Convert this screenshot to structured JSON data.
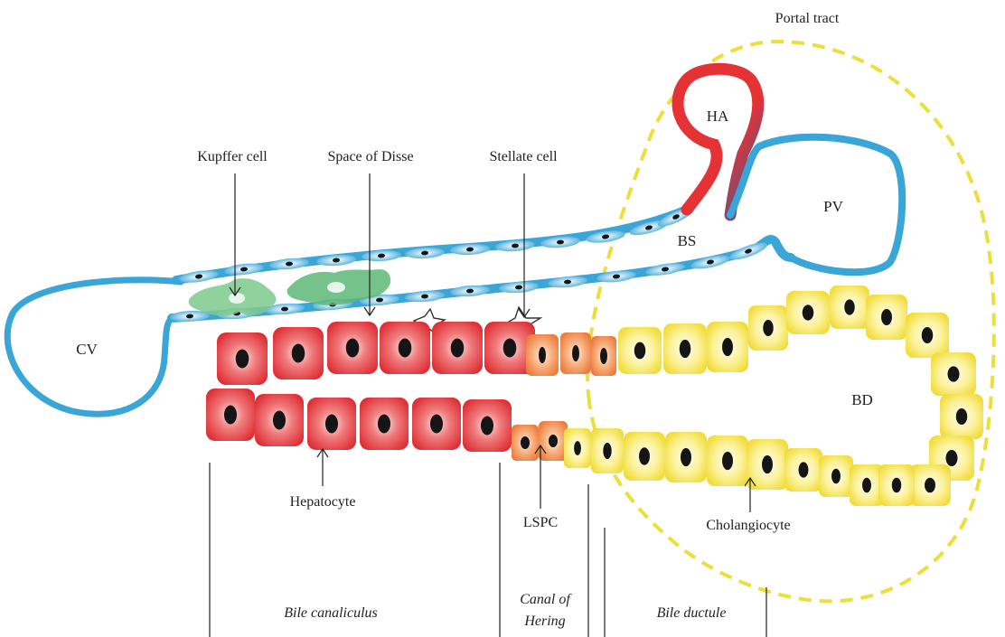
{
  "title": "Portal tract",
  "labels": {
    "kupffer": "Kupffer cell",
    "disse": "Space of Disse",
    "stellate": "Stellate cell",
    "ha": "HA",
    "pv": "PV",
    "bs": "BS",
    "cv": "CV",
    "bd": "BD",
    "hepatocyte": "Hepatocyte",
    "lspc": "LSPC",
    "cholangiocyte": "Cholangiocyte"
  },
  "zones": {
    "bile_canaliculus": "Bile canaliculus",
    "canal_line1": "Canal of",
    "canal_line2": "Hering",
    "bile_ductule": "Bile ductule"
  },
  "colors": {
    "vessel_blue": "#3aa6d8",
    "artery_red": "#e53235",
    "hepatocyte_red": "#e8454a",
    "progenitor_orange": "#ef8a4e",
    "cholangiocyte_yellow": "#f3e04a",
    "portal_dash": "#ecdf3c",
    "kupffer_green": "#56b46e"
  }
}
